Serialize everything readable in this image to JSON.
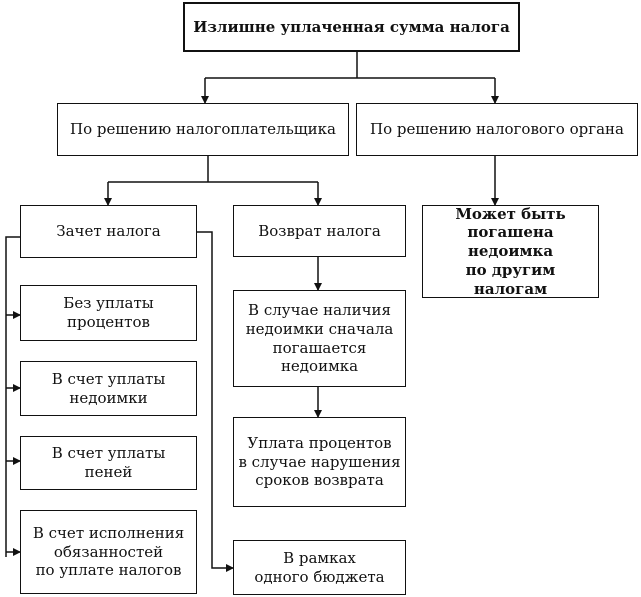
{
  "nodes": {
    "root": "Излишне уплаченная сумма налога",
    "by_taxpayer": "По решению налогоплательщика",
    "by_tax_authority": "По решению налогового органа",
    "offset": "Зачет налога",
    "refund": "Возврат налога",
    "arrears_repaid": "Может быть\nпогашена недоимка\nпо другим налогам",
    "no_interest": "Без уплаты\nпроцентов",
    "arrears_payment": "В счет уплаты\nнедоимки",
    "penalties_payment": "В счет уплаты\nпеней",
    "tax_obligations": "В счет исполнения\nобязанностей\nпо уплате налогов",
    "arrears_first": "В случае наличия\nнедоимки сначала\nпогашается\nнедоимка",
    "interest_payment": "Уплата процентов\nв случае нарушения\nсроков возврата",
    "single_budget": "В рамках\nодного бюджета"
  }
}
